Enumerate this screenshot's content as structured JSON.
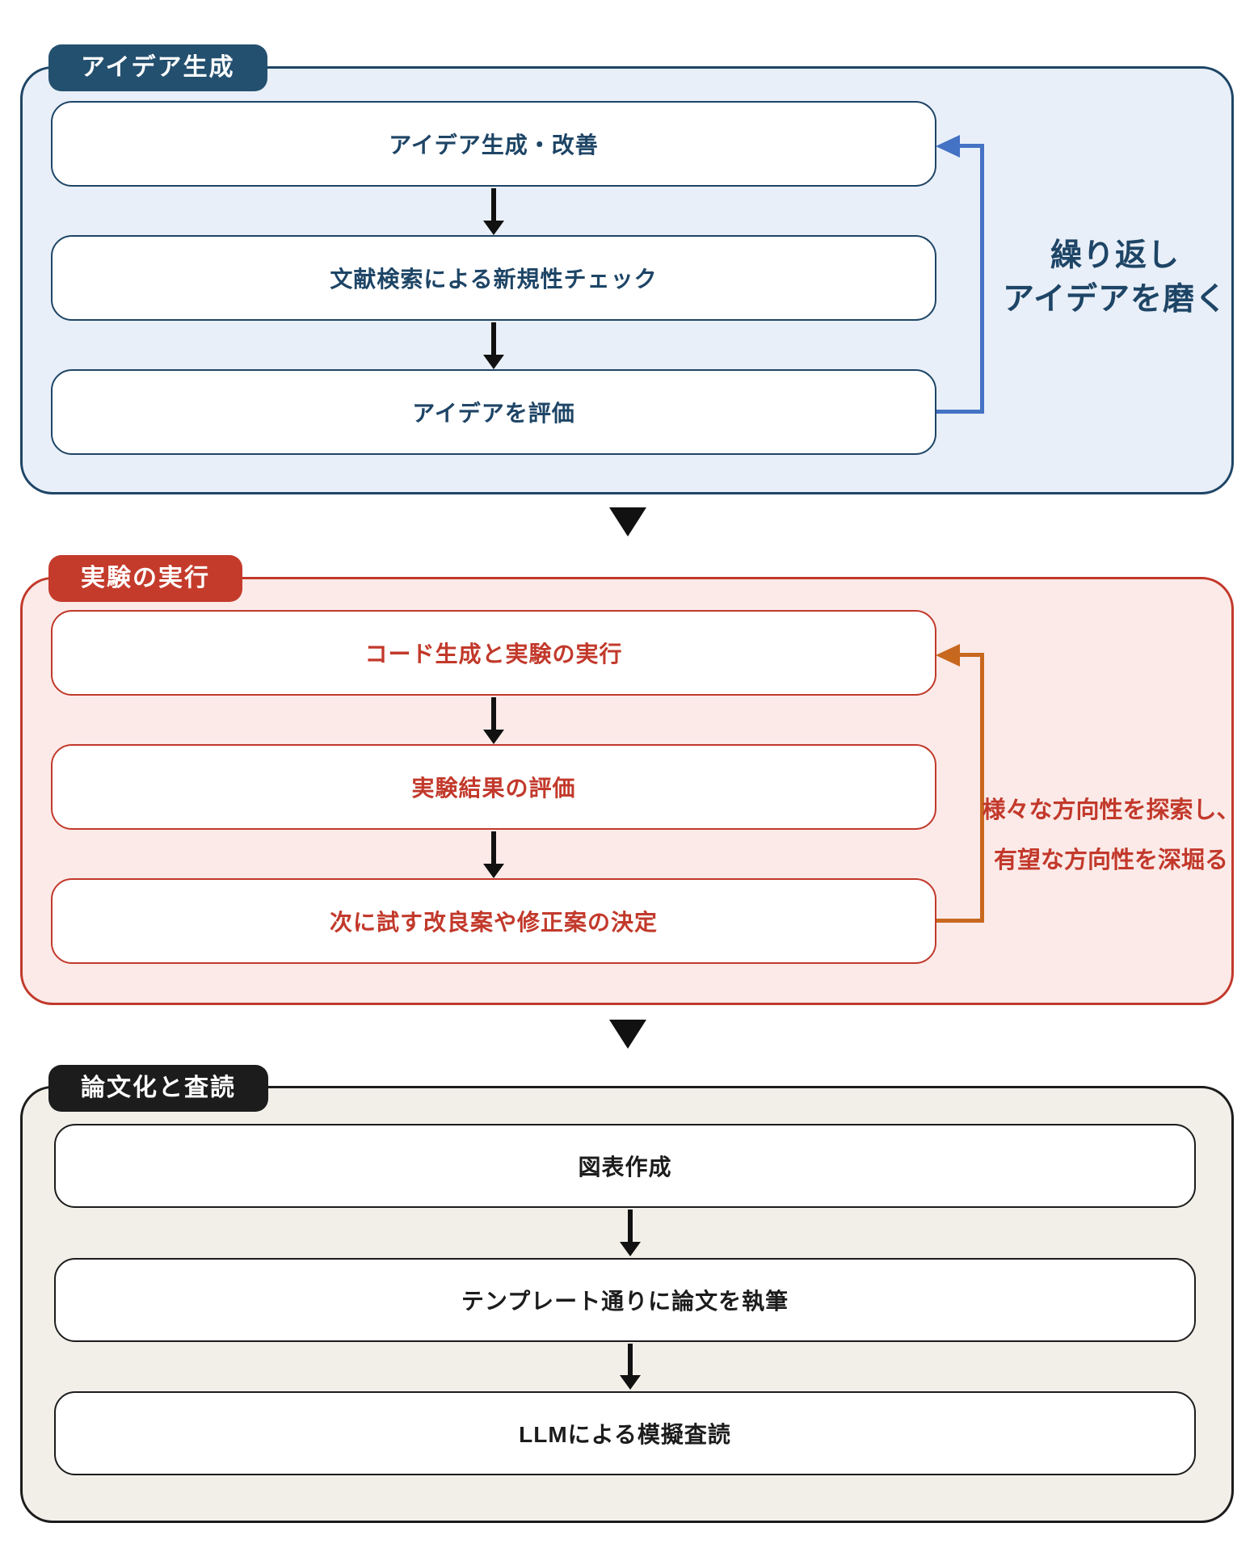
{
  "title": "AI research workflow diagram",
  "sections": [
    {
      "id": "idea-generation",
      "badge": "アイデア生成",
      "boxes": [
        "アイデア生成・改善",
        "文献検索による新規性チェック",
        "アイデアを評価"
      ],
      "loop_label": [
        "繰り返し",
        "アイデアを磨く"
      ]
    },
    {
      "id": "experiment-execution",
      "badge": "実験の実行",
      "boxes": [
        "コード生成と実験の実行",
        "実験結果の評価",
        "次に試す改良案や修正案の決定"
      ],
      "loop_label": [
        "様々な方向性を探索し、",
        "有望な方向性を深堀る"
      ]
    },
    {
      "id": "paper-and-review",
      "badge": "論文化と査読",
      "boxes": [
        "図表作成",
        "テンプレート通りに論文を執筆",
        "LLMによる模擬査読"
      ]
    }
  ],
  "colors": {
    "idea_primary": "#24506F",
    "idea_border": "#1E4566",
    "idea_panel_bg": "#E8EFF8",
    "idea_loop_arrow": "#4472C4",
    "experiment_primary": "#C43B2C",
    "experiment_border": "#C2392B",
    "experiment_panel_bg": "#FBEAE8",
    "experiment_loop_arrow": "#C8681E",
    "paper_primary": "#1C1C1C",
    "paper_panel_bg": "#F2EFE9",
    "flow_arrow": "#111111"
  }
}
